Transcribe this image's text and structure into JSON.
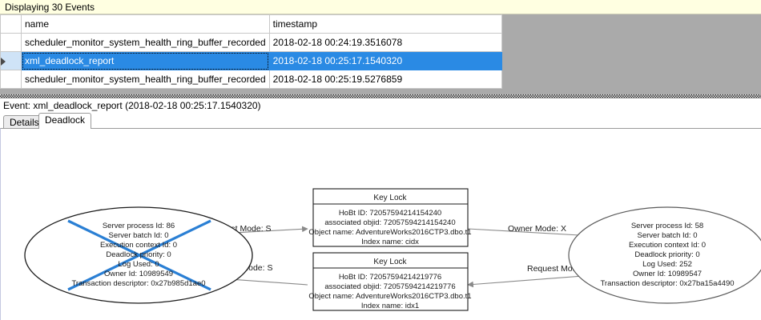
{
  "banner": {
    "text": "Displaying 30 Events"
  },
  "grid": {
    "columns": [
      "",
      "name",
      "timestamp"
    ],
    "rows": [
      {
        "selector": "",
        "name": "scheduler_monitor_system_health_ring_buffer_recorded",
        "timestamp": "2018-02-18 00:24:19.3516078",
        "selected": false
      },
      {
        "selector": "row-selector-arrow",
        "name": "xml_deadlock_report",
        "timestamp": "2018-02-18 00:25:17.1540320",
        "selected": true
      },
      {
        "selector": "",
        "name": "scheduler_monitor_system_health_ring_buffer_recorded",
        "timestamp": "2018-02-18 00:25:19.5276859",
        "selected": false
      }
    ]
  },
  "event_header": {
    "text": "Event: xml_deadlock_report (2018-02-18 00:25:17.1540320)"
  },
  "tabs": [
    {
      "label": "Details",
      "active": false
    },
    {
      "label": "Deadlock",
      "active": true
    }
  ],
  "colors": {
    "selection_blue": "#2a8ae4",
    "victim_cross": "#2a7fd4",
    "banner_yellow": "#ffffe1",
    "grid_filler_gray": "#aaaaaa"
  },
  "deadlock_graph": {
    "processes": [
      {
        "id": "process-victim",
        "victim": true,
        "lines": [
          "Server process Id: 86",
          "Server batch Id: 0",
          "Execution context Id: 0",
          "Deadlock priority: 0",
          "Log Used: 0",
          "Owner Id: 10989549",
          "Transaction descriptor: 0x27b985d1ae0"
        ]
      },
      {
        "id": "process-survivor",
        "victim": false,
        "lines": [
          "Server process Id: 58",
          "Server batch Id: 0",
          "Execution context Id: 0",
          "Deadlock priority: 0",
          "Log Used: 252",
          "Owner Id: 10989547",
          "Transaction descriptor: 0x27ba15a4490"
        ]
      }
    ],
    "resources": [
      {
        "id": "key-lock-top",
        "title": "Key Lock",
        "lines": [
          "HoBt ID: 72057594214154240",
          "associated objid: 72057594214154240",
          "Object name: AdventureWorks2016CTP3.dbo.t1",
          "Index name: cidx"
        ]
      },
      {
        "id": "key-lock-bottom",
        "title": "Key Lock",
        "lines": [
          "HoBt ID: 72057594214219776",
          "associated objid: 72057594214219776",
          "Object name: AdventureWorks2016CTP3.dbo.t1",
          "Index name: idx1"
        ]
      }
    ],
    "edges": [
      {
        "id": "edge-request-s",
        "label": "Request Mode: S",
        "from": "process-victim",
        "to": "key-lock-top"
      },
      {
        "id": "edge-owner-x",
        "label": "Owner Mode: X",
        "from": "key-lock-top",
        "to": "process-survivor"
      },
      {
        "id": "edge-owner-s",
        "label": "Owner Mode: S",
        "from": "key-lock-bottom",
        "to": "process-victim"
      },
      {
        "id": "edge-request-x",
        "label": "Request Mode: X",
        "from": "process-survivor",
        "to": "key-lock-bottom"
      }
    ]
  }
}
